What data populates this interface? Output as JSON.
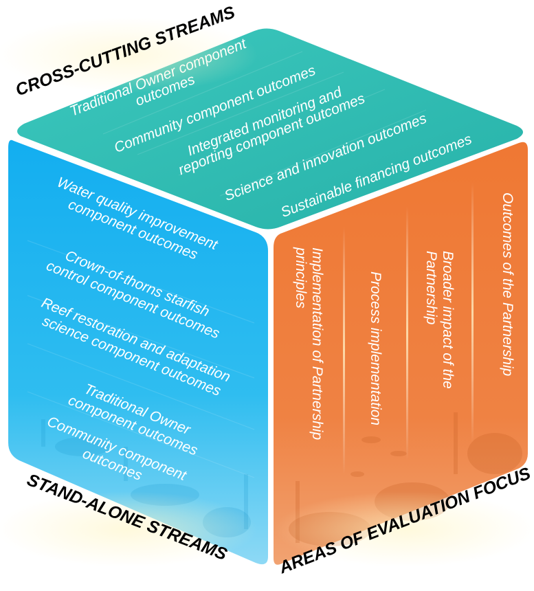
{
  "headings": {
    "top": "CROSS-CUTTING STREAMS",
    "left": "STAND-ALONE STREAMS",
    "right": "AREAS OF EVALUATION FOCUS"
  },
  "top_face": {
    "items": [
      [
        "Traditional Owner component",
        "outcomes"
      ],
      [
        "Community component outcomes"
      ],
      [
        "Integrated monitoring and",
        "reporting component outcomes"
      ],
      [
        "Science and innovation outcomes"
      ],
      [
        "Sustainable financing outcomes"
      ]
    ]
  },
  "left_face": {
    "items": [
      [
        "Water quality improvement",
        "component outcomes"
      ],
      [
        "Crown-of-thorns starfish",
        "control component outcomes"
      ],
      [
        "Reef restoration and adaptation",
        "science component outcomes"
      ],
      [
        "Traditional Owner",
        "component outcomes"
      ],
      [
        "Community component",
        "outcomes"
      ]
    ]
  },
  "right_face": {
    "items": [
      [
        "Implementation of Partnership",
        "principles"
      ],
      [
        "Process implementation"
      ],
      [
        "Broader impact of the",
        "Partnership"
      ],
      [
        "Outcomes of the Partnership"
      ]
    ]
  },
  "colors": {
    "top_face": "#2fbfb4",
    "left_face": "#1fb4ea",
    "right_face": "#ee7a38",
    "text": "#ffffff"
  }
}
